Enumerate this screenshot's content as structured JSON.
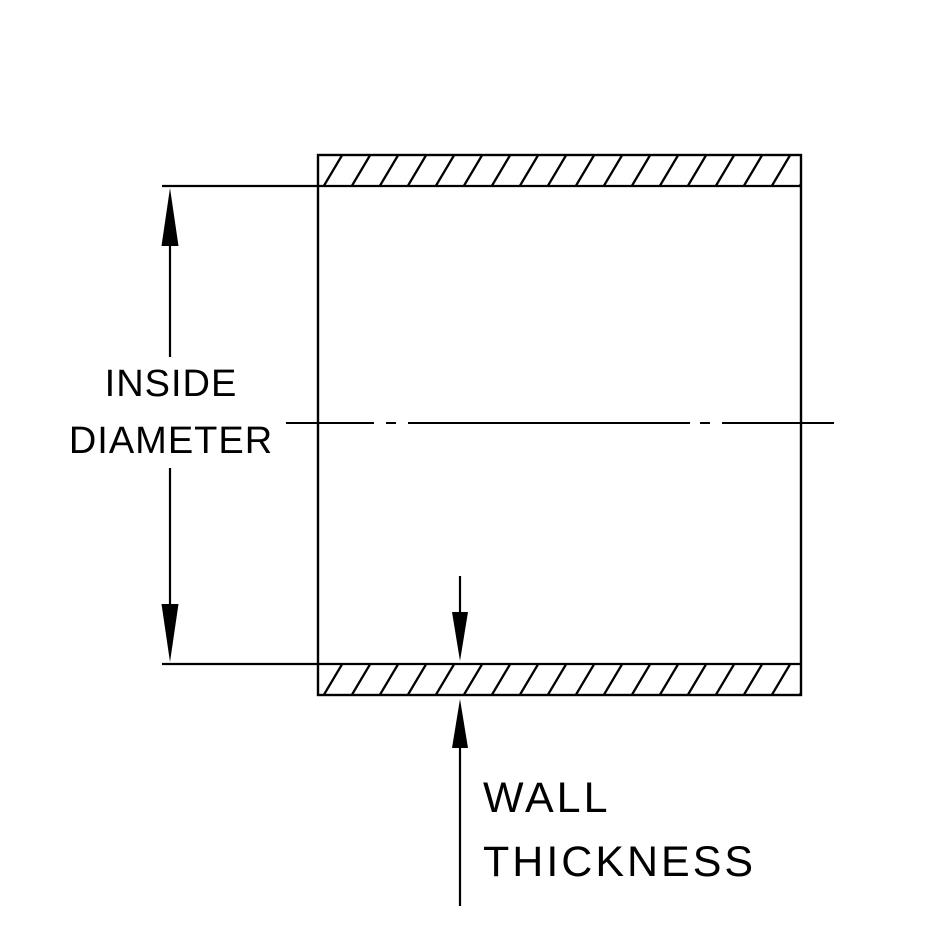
{
  "page": {
    "background_color": "#ffffff"
  },
  "diagram": {
    "labels": {
      "inside_diameter_line1": "INSIDE",
      "inside_diameter_line2": "DIAMETER",
      "wall_thickness_line1": "WALL",
      "wall_thickness_line2": "THICKNESS"
    },
    "colors": {
      "line": "#000000",
      "background": "#ffffff"
    }
  }
}
